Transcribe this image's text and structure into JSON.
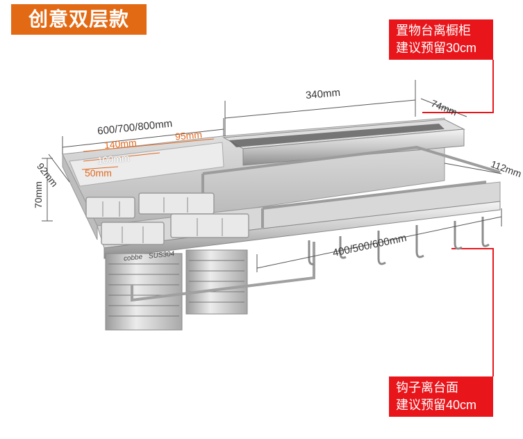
{
  "badge": {
    "title": "创意双层款",
    "color": "#e36a14"
  },
  "callout_top": {
    "line1": "置物台离橱柜",
    "line2": "建议预留30cm"
  },
  "callout_bottom": {
    "line1": "钩子离台面",
    "line2": "建议预留40cm"
  },
  "callout_color": "#e8151b",
  "dimensions": {
    "top_width": "340mm",
    "top_depth": "74mm",
    "overall_length": "600/700/800mm",
    "right_depth": "112mm",
    "cup_left": "140mm",
    "cup_right": "95mm",
    "cup_mid": "100mm",
    "cup_small": "50mm",
    "left_depth": "92mm",
    "height": "70mm",
    "rail_length": "400/500/600mm"
  },
  "brand": {
    "name": "cobbe",
    "material": "SUS304"
  }
}
